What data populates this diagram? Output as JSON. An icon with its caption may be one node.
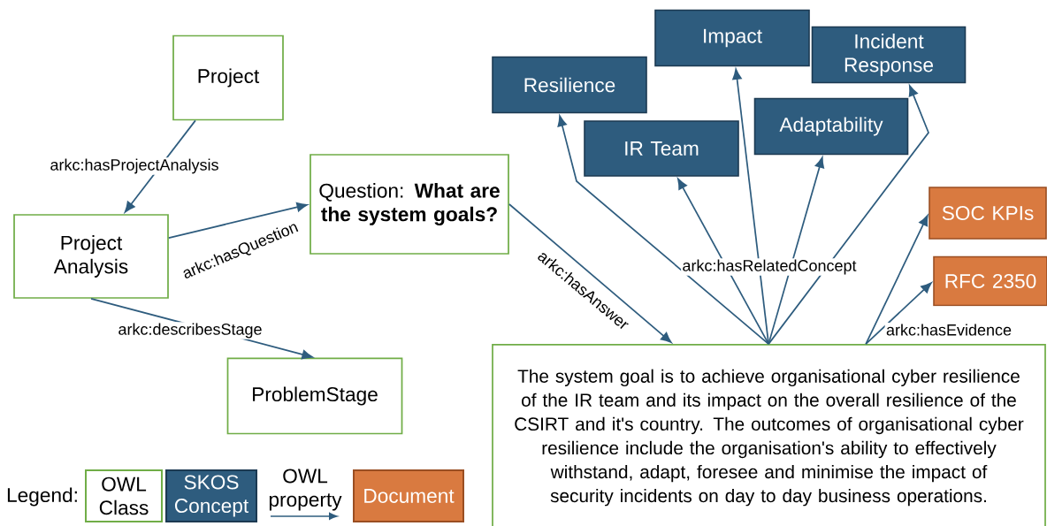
{
  "diagram": {
    "nodes": [
      {
        "text": [
          "Project"
        ]
      },
      {
        "text": [
          "Project Analysis"
        ]
      },
      {
        "text": [
          "Question: **What are the system goals?**"
        ]
      },
      {
        "text": [
          "ProblemStage"
        ]
      },
      {
        "text": [
          "Resilience"
        ]
      },
      {
        "text": [
          "Impact"
        ]
      },
      {
        "text": [
          "Incident Response"
        ]
      },
      {
        "text": [
          "IR Team"
        ]
      },
      {
        "text": [
          "Adaptability"
        ]
      },
      {
        "text": [
          "SOC KPIs"
        ]
      },
      {
        "text": [
          "RFC 2350"
        ]
      },
      {
        "text": [
          "The system goal is to achieve organisational cyber resilience of the IR team and its impact on the overall resilience of the CSIRT and it's country. The outcomes of organisational cyber resilience include the organisation's ability to effectively withstand, adapt, foresee and minimise the impact of security incidents on day to day business operations."
        ]
      }
    ],
    "edges": [
      {
        "from": 0,
        "to": 1,
        "arrow": "to",
        "label": "arkc:hasProjectAnalysis"
      },
      {
        "from": 1,
        "to": 2,
        "arrow": "to",
        "label": "arkc:hasQuestion"
      },
      {
        "from": 1,
        "to": 3,
        "arrow": "to",
        "label": "arkc:describesStage"
      },
      {
        "from": 2,
        "to": 11,
        "arrow": "to",
        "label": "arkc:hasAnswer"
      },
      {
        "from": 11,
        "to": 4,
        "arrow": "to"
      },
      {
        "from": 11,
        "to": 7,
        "arrow": "to"
      },
      {
        "from": 11,
        "to": 5,
        "arrow": "to",
        "label": "arkc:hasRelatedConcept"
      },
      {
        "from": 11,
        "to": 8,
        "arrow": "to"
      },
      {
        "from": 11,
        "to": 6,
        "arrow": "to"
      },
      {
        "from": 11,
        "to": 9,
        "arrow": "to",
        "label": "arkc:hasEvidence"
      },
      {
        "from": 11,
        "to": 10,
        "arrow": "to"
      }
    ],
    "labels": [
      "Legend:"
    ],
    "legend": [
      {
        "text": "OWL Class",
        "color": "#70ad47"
      },
      {
        "text": "SKOS Concept",
        "color": "#2e5c7e"
      },
      {
        "text": "OWL property"
      },
      {
        "text": "Document",
        "color": "#d97a40"
      }
    ]
  }
}
